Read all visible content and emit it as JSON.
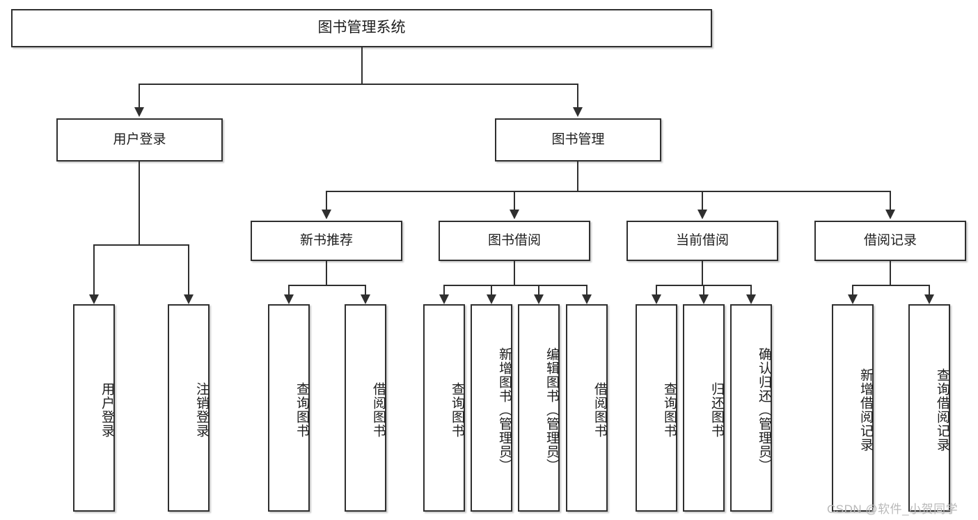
{
  "diagram": {
    "title": "图书管理系统",
    "type": "tree",
    "watermark": "CSDN @软件_小贺同学",
    "colors": {
      "border": "#2f2f2f",
      "text": "#1d1d1d",
      "background": "#ffffff",
      "watermark": "#b9b9b9"
    },
    "root": {
      "label": "图书管理系统"
    },
    "level1": [
      {
        "label": "用户登录"
      },
      {
        "label": "图书管理"
      }
    ],
    "level2": [
      {
        "label": "新书推荐"
      },
      {
        "label": "图书借阅"
      },
      {
        "label": "当前借阅"
      },
      {
        "label": "借阅记录"
      }
    ],
    "leaves": {
      "user_login": [
        {
          "label": "用户登录"
        },
        {
          "label": "注销登录"
        }
      ],
      "new_book_recommend": [
        {
          "label": "查询图书"
        },
        {
          "label": "借阅图书"
        }
      ],
      "book_borrow": [
        {
          "label": "查询图书"
        },
        {
          "label": "新增图书（管理员）"
        },
        {
          "label": "编辑图书（管理员）"
        },
        {
          "label": "借阅图书"
        }
      ],
      "current_borrow": [
        {
          "label": "查询图书"
        },
        {
          "label": "归还图书"
        },
        {
          "label": "确认归还（管理员）"
        }
      ],
      "borrow_record": [
        {
          "label": "新增借阅记录"
        },
        {
          "label": "查询借阅记录"
        }
      ]
    }
  }
}
